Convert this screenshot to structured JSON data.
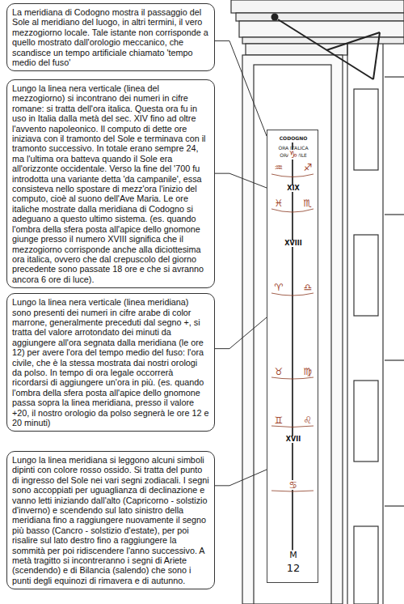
{
  "diagram": {
    "nodes": [
      {
        "text": [
          "La meridiana di Codogno mostra il passaggio del Sole al meridiano del luogo, in altri termini, il vero mezzogiorno locale. Tale istante non corrisponde a quello mostrato dall'orologio meccanico, che scandisce un tempo artificiale chiamato 'tempo medio del fuso'"
        ]
      },
      {
        "text": [
          "Lungo la linea nera verticale (linea del mezzogiorno) si incontrano dei numeri in cifre romane: si tratta dell'ora italica. Questa ora fu in uso in Italia dalla metà del sec. XIV fino ad oltre l'avvento napoleonico. Il computo di dette ore iniziava con il tramonto del Sole e terminava con il tramonto successivo. In totale erano sempre 24, ma l'ultima ora batteva quando il Sole era all'orizzonte occidentale. Verso la fine del '700 fu introdotta una variante detta 'da campanile', essa consisteva nello spostare di mezz'ora l'inizio del computo, cioè al suono dell'Ave Maria. Le ore italiche mostrate dalla meridiana di Codogno si adeguano a questo ultimo sistema. (es. quando l'ombra della sfera posta all'apice dello gnomone giunge presso il numero XVIII significa che il mezzogiorno corrisponde anche alla diciottesima ora italica, ovvero che dal crepuscolo del giorno precedente sono passate 18 ore e che si avranno ancora 6 ore di luce)."
        ]
      },
      {
        "text": [
          "Lungo la linea nera verticale (linea meridiana) sono presenti dei numeri in cifre arabe di color marrone, generalmente preceduti dal segno +, si tratta del valore arrotondato dei minuti da aggiungere all'ora segnata dalla meridiana (le ore 12) per avere l'ora del tempo medio del fuso: l'ora civile, che è la stessa mostrata dai nostri orologi da polso. In tempo di ora legale occorrerà ricordarsi di aggiungere un'ora in più. (es. quando l'ombra della sfera posta all'apice dello gnomone passa sopra la linea meridiana, presso il valore +20, il nostro orologio da polso segnerà le ore 12 e 20 minuti)"
        ]
      },
      {
        "text": [
          "Lungo la linea meridiana si leggono alcuni simboli dipinti con colore rosso ossido. Si tratta del punto di ingresso del Sole nei vari segni zodiacali. I segni sono accoppiati per uguaglianza di declinazione e vanno letti iniziando dall'alto (Capricorno - solstizio d'inverno) e scendendo sul lato sinistro della meridiana fino a raggiungere nuovamente il segno più basso (Cancro - solstizio d'estate), per poi risalire sul lato destro fino a raggiungere la sommità per poi ridiscendere l'anno successivo. A metà tragitto si incontreranno i segni di Ariete (scendendo) e di Bilancia (salendo) che sono i punti degli equinozi di rimavera e di autunno."
        ]
      },
      {
        "text": [
          "CODOGNO",
          "ORA ITALICA",
          "ORA CIVILE",
          "♑",
          "♒",
          "♐",
          "XIX",
          "♓",
          "♏",
          "XVIII",
          "♈",
          "♎",
          "♉",
          "♍",
          "♊",
          "♌",
          "XVII",
          "♋",
          "M",
          "12"
        ]
      }
    ],
    "edges": [
      {
        "from": 0,
        "to": 4,
        "arrow": "none"
      },
      {
        "from": 1,
        "to": 4,
        "arrow": "none"
      },
      {
        "from": 2,
        "to": 4,
        "arrow": "none"
      },
      {
        "from": 3,
        "to": 4,
        "arrow": "none"
      }
    ]
  }
}
